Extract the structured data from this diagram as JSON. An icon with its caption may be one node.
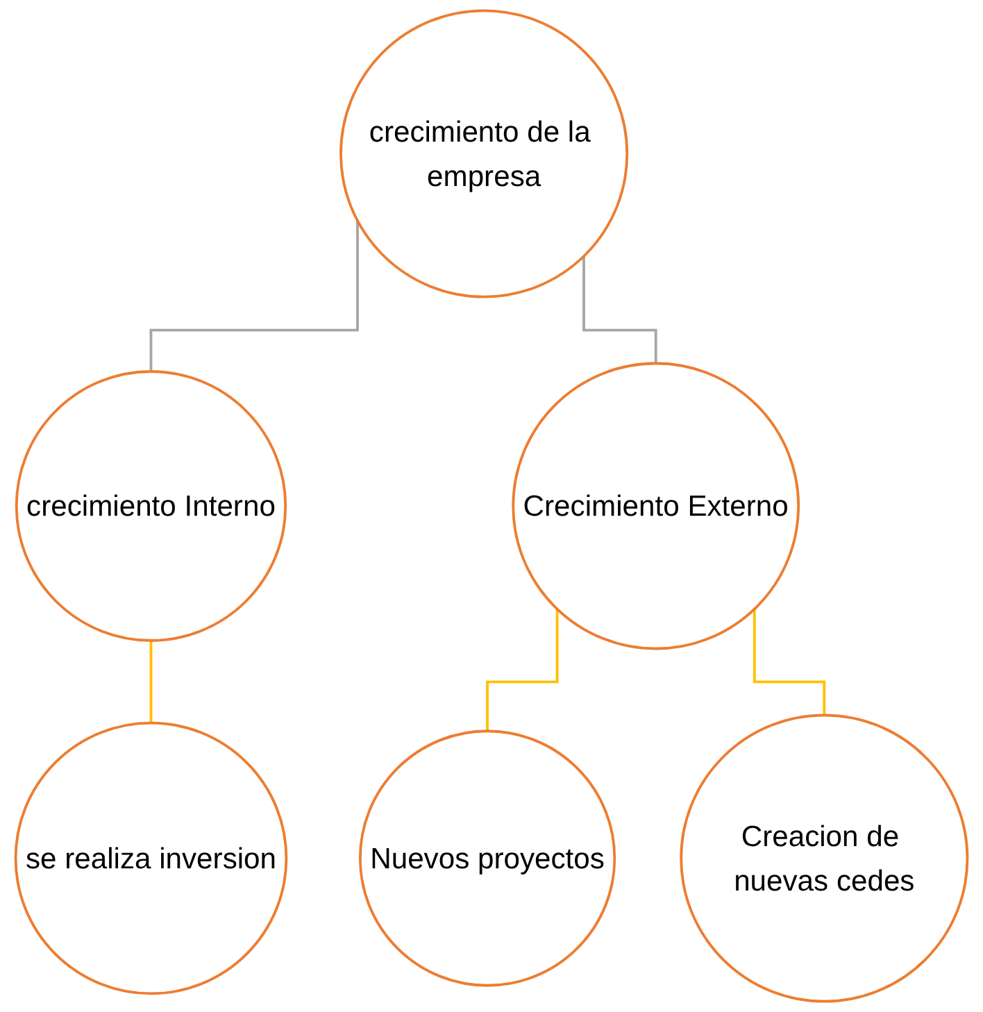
{
  "diagram": {
    "nodes": [
      {
        "text": [
          "crecimiento de la empresa"
        ]
      },
      {
        "text": [
          "crecimiento Interno"
        ]
      },
      {
        "text": [
          "Crecimiento Externo"
        ]
      },
      {
        "text": [
          "se realiza inversion"
        ]
      },
      {
        "text": [
          "Nuevos proyectos"
        ]
      },
      {
        "text": [
          "Creacion de nuevas cedes"
        ]
      }
    ],
    "edges": [
      {
        "from": 0,
        "to": 1,
        "arrow": "none",
        "color": "#a6a6a6"
      },
      {
        "from": 0,
        "to": 2,
        "arrow": "none",
        "color": "#a6a6a6"
      },
      {
        "from": 1,
        "to": 3,
        "arrow": "none"
      },
      {
        "from": 2,
        "to": 4,
        "arrow": "none"
      },
      {
        "from": 2,
        "to": 5,
        "arrow": "none"
      }
    ]
  }
}
